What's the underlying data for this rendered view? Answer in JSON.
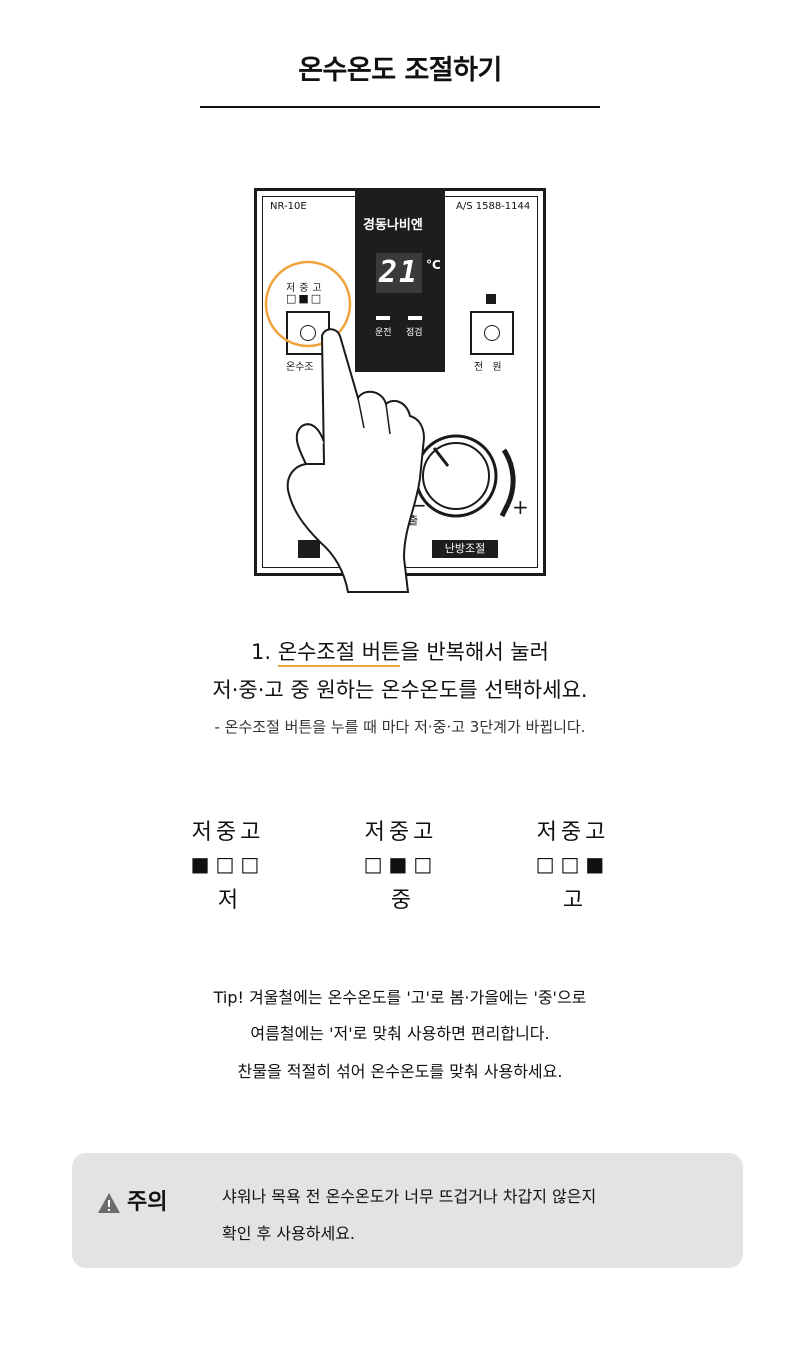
{
  "page": {
    "title": "온수온도 조절하기"
  },
  "device": {
    "model": "NR-10E",
    "as_label": "A/S 1588-1144",
    "brand": "경동나비엔",
    "display_value": "21",
    "unit": "°C",
    "indicator_run": "운전",
    "indicator_check": "점검",
    "level_header": "저중고",
    "level_boxes": "□■□",
    "temp_button_label": "온수조",
    "power_label": "전 원",
    "drain_label": "퇴출",
    "heating_label": "난방조절",
    "minus": "−",
    "plus": "+"
  },
  "instructions": {
    "step_prefix": "1. ",
    "step_highlight": "온수조절 버튼",
    "step_rest": "을 반복해서 눌러",
    "step_line2": "저·중·고 중 원하는 온수온도를 선택하세요.",
    "note": "- 온수조절 버튼을 누를 때 마다 저·중·고 3단계가 바뀝니다."
  },
  "levels": [
    {
      "header": "저중고",
      "boxes": "■□□",
      "name": "저"
    },
    {
      "header": "저중고",
      "boxes": "□■□",
      "name": "중"
    },
    {
      "header": "저중고",
      "boxes": "□□■",
      "name": "고"
    }
  ],
  "tip": {
    "line1": "Tip! 겨울철에는 온수온도를 '고'로 봄·가을에는 '중'으로",
    "line2": "여름철에는 '저'로 맞춰 사용하면 편리합니다.",
    "line3": "찬물을 적절히 섞어 온수온도를 맞춰 사용하세요."
  },
  "caution": {
    "title": "주의",
    "line1": "샤워나 목욕 전 온수온도가 너무 뜨겁거나 차갑지 않은지",
    "line2": "확인 후 사용하세요.",
    "icon": "warning-triangle-icon"
  },
  "colors": {
    "accent": "#f0a23c",
    "dark": "#1d1d1d",
    "caution_bg": "#e3e3e3"
  }
}
